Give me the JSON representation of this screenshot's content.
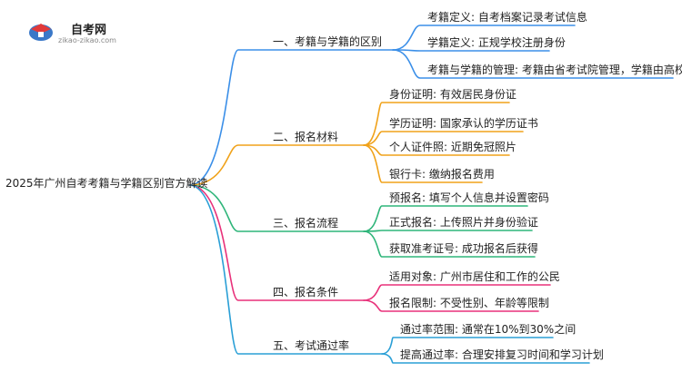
{
  "logo": {
    "title": "自考网",
    "url": "zikao-zikao.com",
    "icon": "graduation-cap-icon"
  },
  "root": {
    "label": "2025年广州自考考籍与学籍区别官方解读"
  },
  "branches": [
    {
      "label": "一、考籍与学籍的区别",
      "color": "#3b8fe8",
      "children": [
        "考籍定义: 自考档案记录考试信息",
        "学籍定义: 正规学校注册身份",
        "考籍与学籍的管理: 考籍由省考试院管理，学籍由高校管理"
      ]
    },
    {
      "label": "二、报名材料",
      "color": "#f0a21a",
      "children": [
        "身份证明: 有效居民身份证",
        "学历证明: 国家承认的学历证书",
        "个人证件照: 近期免冠照片",
        "银行卡: 缴纳报名费用"
      ]
    },
    {
      "label": "三、报名流程",
      "color": "#2fb57a",
      "children": [
        "预报名: 填写个人信息并设置密码",
        "正式报名: 上传照片并身份验证",
        "获取准考证号: 成功报名后获得"
      ]
    },
    {
      "label": "四、报名条件",
      "color": "#e8317a",
      "children": [
        "适用对象: 广州市居住和工作的公民",
        "报名限制: 不受性别、年龄等限制"
      ]
    },
    {
      "label": "五、考试通过率",
      "color": "#2a9fd6",
      "children": [
        "通过率范围: 通常在10%到30%之间",
        "提高通过率: 合理安排复习时间和学习计划"
      ]
    }
  ]
}
